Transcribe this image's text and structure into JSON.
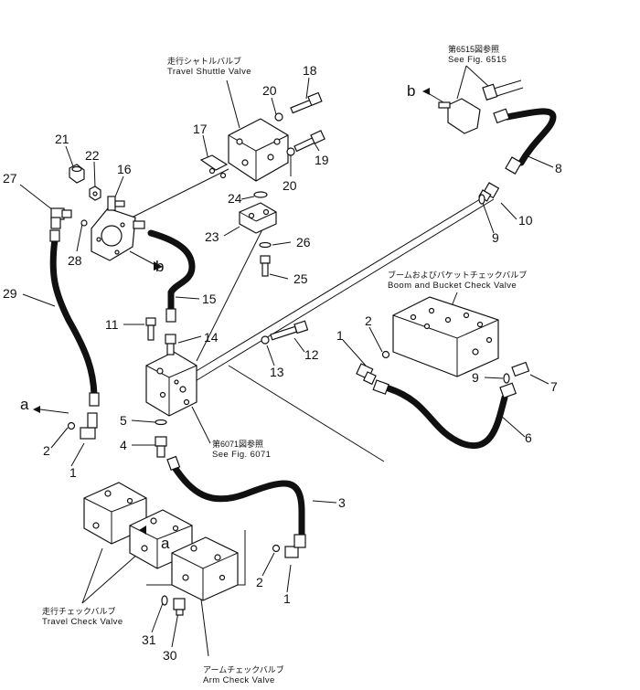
{
  "callouts": {
    "n1a": "1",
    "n1b": "1",
    "n1c": "1",
    "n2a": "2",
    "n2b": "2",
    "n2c": "2",
    "n3": "3",
    "n4": "4",
    "n5": "5",
    "n6": "6",
    "n7": "7",
    "n8": "8",
    "n9a": "9",
    "n9b": "9",
    "n10": "10",
    "n11": "11",
    "n12": "12",
    "n13": "13",
    "n14": "14",
    "n15": "15",
    "n16": "16",
    "n17": "17",
    "n18": "18",
    "n19": "19",
    "n20a": "20",
    "n20b": "20",
    "n21": "21",
    "n22": "22",
    "n23": "23",
    "n24": "24",
    "n25": "25",
    "n26": "26",
    "n27": "27",
    "n28": "28",
    "n29": "29",
    "n30": "30",
    "n31": "31"
  },
  "letters": {
    "a1": "a",
    "a2": "a",
    "b1": "b",
    "b2": "b"
  },
  "labels": {
    "travel_shuttle_jp": "走行シャトルバルブ",
    "travel_shuttle_en": "Travel Shuttle Valve",
    "see_6515_jp": "第6515図参照",
    "see_6515_en": "See Fig. 6515",
    "boom_bucket_jp": "ブームおよびバケットチェックバルブ",
    "boom_bucket_en": "Boom and Bucket Check Valve",
    "see_6071_jp": "第6071図参照",
    "see_6071_en": "See Fig. 6071",
    "travel_check_jp": "走行チェックバルブ",
    "travel_check_en": "Travel Check Valve",
    "arm_check_jp": "アームチェックバルブ",
    "arm_check_en": "Arm Check Valve"
  }
}
